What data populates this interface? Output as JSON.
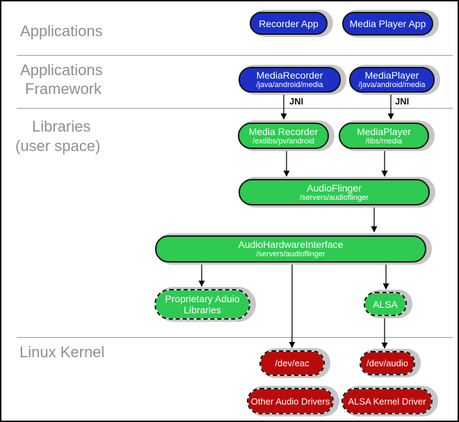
{
  "layers": {
    "applications": "Applications",
    "framework_line1": "Applications",
    "framework_line2": "Framework",
    "libraries_line1": "Libraries",
    "libraries_line2": "(user space)",
    "kernel": "Linux Kernel"
  },
  "nodes": {
    "recorder_app": {
      "title": "Recorder App"
    },
    "media_player_app": {
      "title": "Media Player App"
    },
    "media_recorder_fw": {
      "title": "MediaRecorder",
      "path": "/java/android/media"
    },
    "media_player_fw": {
      "title": "MediaPlayer",
      "path": "/java/android/media"
    },
    "media_recorder_lib": {
      "title": "Media Recorder",
      "path": "/extlibs/pv/android"
    },
    "media_player_lib": {
      "title": "MediaPlayer",
      "path": "/libs/media"
    },
    "audio_flinger": {
      "title": "AudioFlinger",
      "path": "/servers/audioflinger"
    },
    "audio_hw_interface": {
      "title": "AudioHardwareInterface",
      "path": "/servers/audioflinger"
    },
    "proprietary_audio": {
      "title": "Proprietary Aduio Libraries"
    },
    "alsa": {
      "title": "ALSA"
    },
    "dev_eac": {
      "title": "/dev/eac"
    },
    "dev_audio": {
      "title": "/dev/audio"
    },
    "other_audio_drivers": {
      "title": "Other Audio Drivers"
    },
    "alsa_kernel_driver": {
      "title": "ALSA Kernel Driver"
    }
  },
  "connectors": {
    "jni_left_label": "JNI",
    "jni_right_label": "JNI"
  },
  "colors": {
    "blue": "#1c30c6",
    "green": "#2eca52",
    "red": "#ba0b0b",
    "shadow": "#c6c6c6",
    "label_gray": "#8f8f8f",
    "separator_gray": "#999999"
  }
}
